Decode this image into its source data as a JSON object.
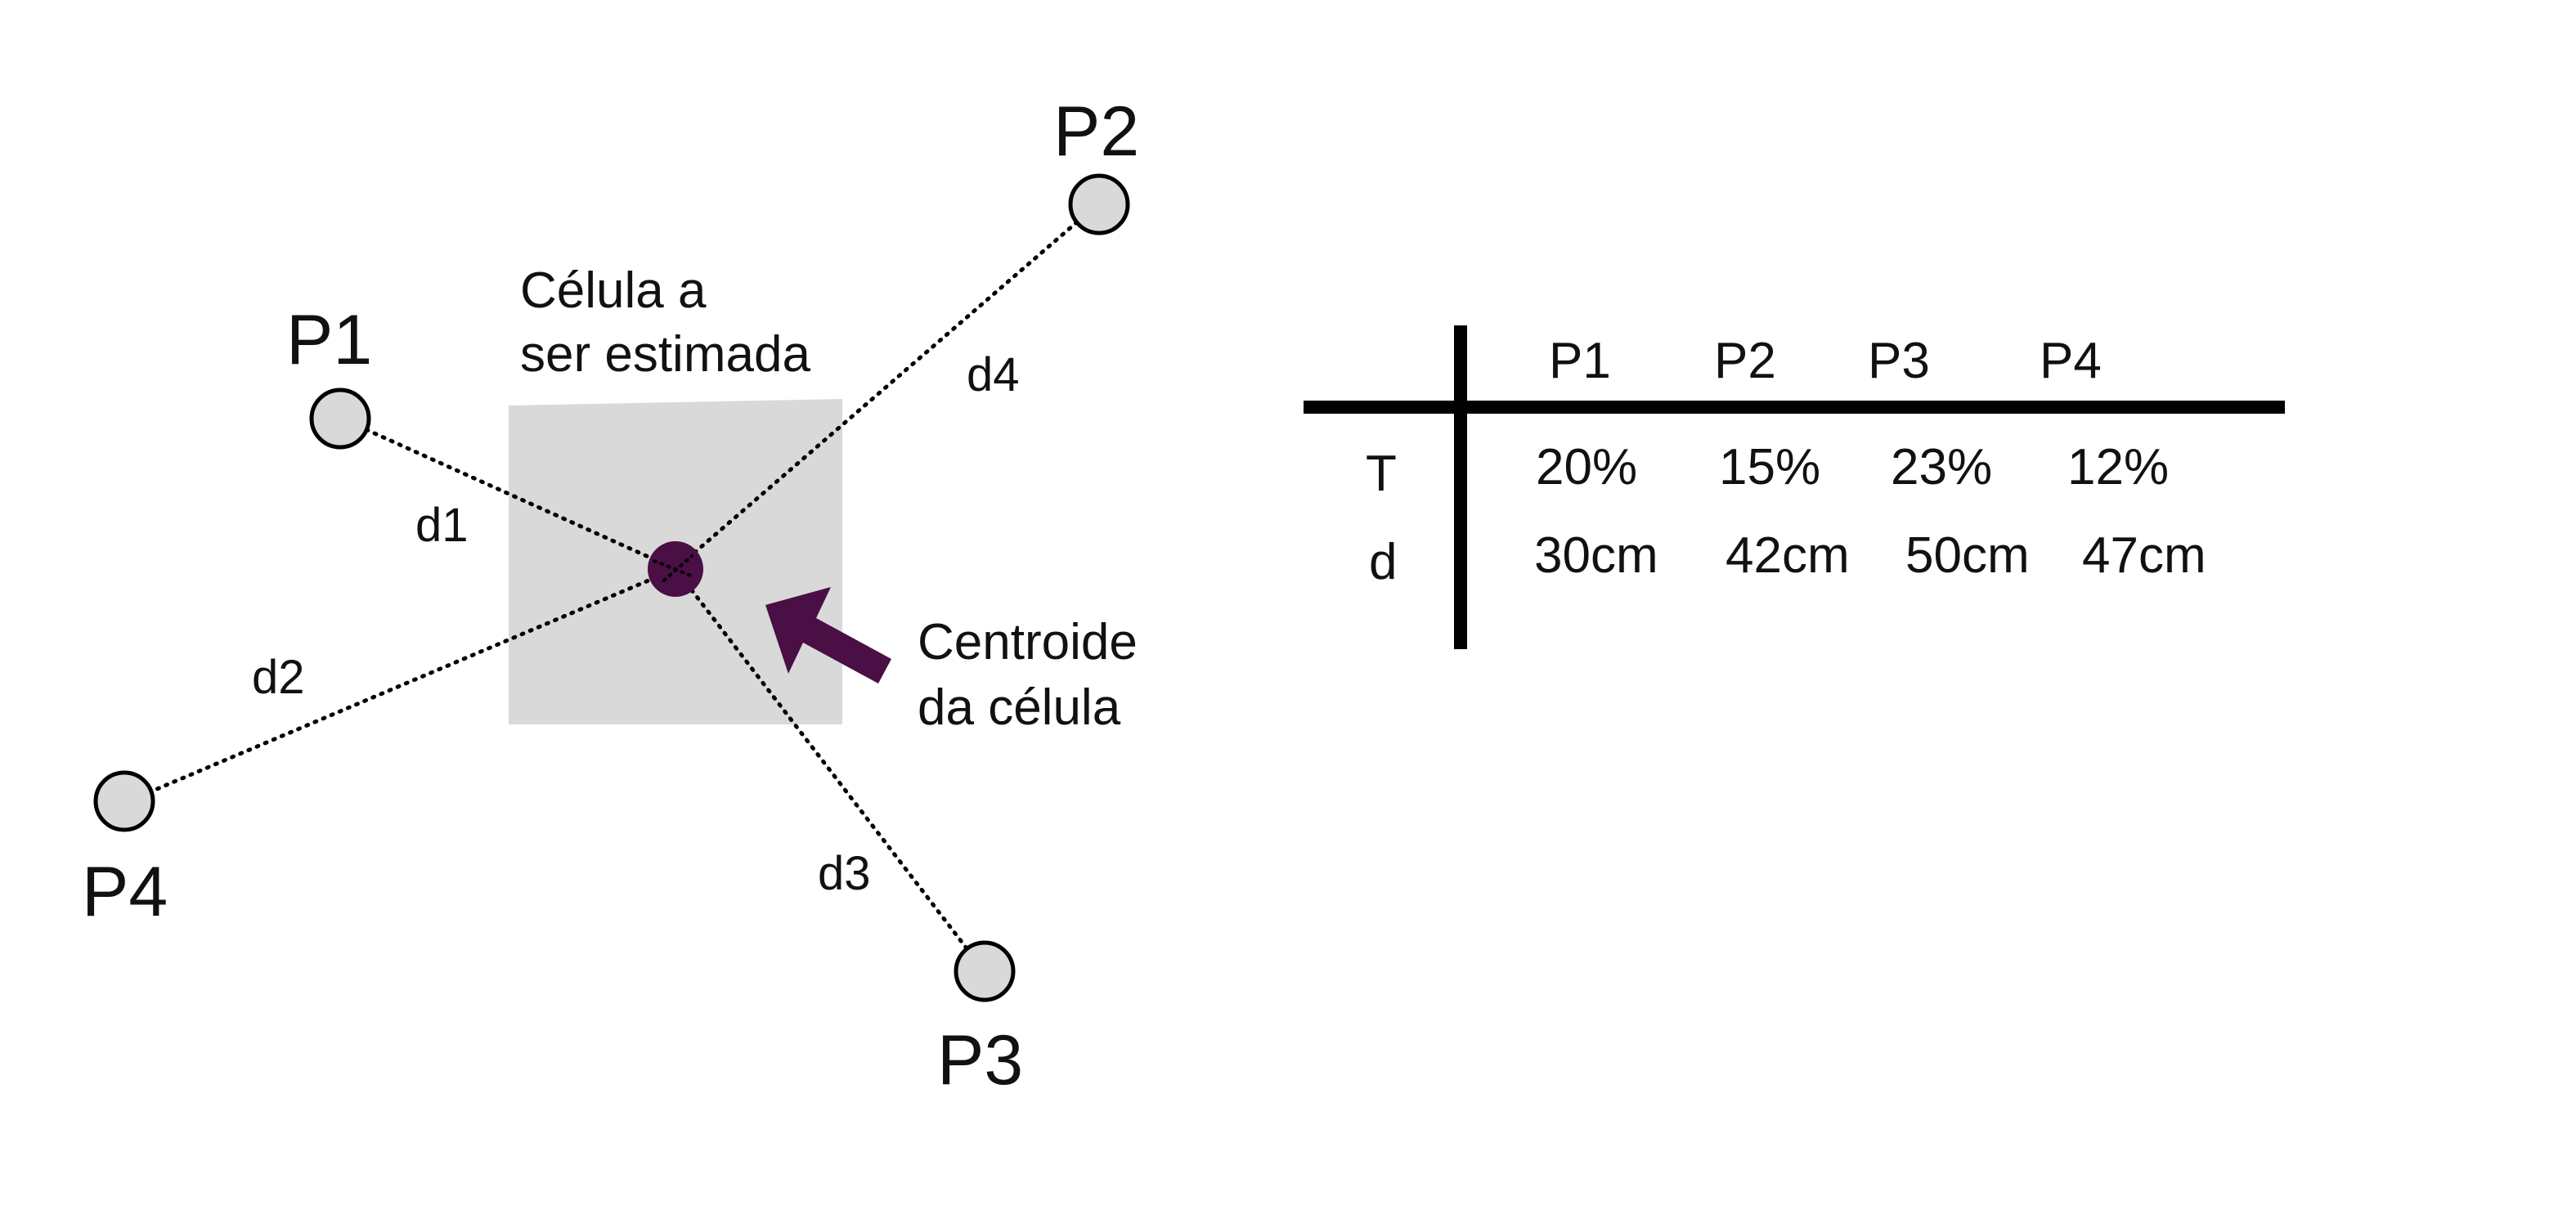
{
  "diagram": {
    "cell_label": [
      "Célula a",
      "ser estimada"
    ],
    "centroid_label": [
      "Centroide",
      "da célula"
    ],
    "points": [
      {
        "label": "P1",
        "distance_label": "d1"
      },
      {
        "label": "P2",
        "distance_label": "d4"
      },
      {
        "label": "P3",
        "distance_label": "d3"
      },
      {
        "label": "P4",
        "distance_label": "d2"
      }
    ],
    "colors": {
      "cell_fill": "#d9d9d9",
      "centroid": "#4a0f45",
      "point_fill": "#d9d9d9",
      "line": "#000000"
    }
  },
  "table": {
    "columns": [
      "P1",
      "P2",
      "P3",
      "P4"
    ],
    "rows": [
      {
        "label": "T",
        "values": [
          "20%",
          "15%",
          "23%",
          "12%"
        ]
      },
      {
        "label": "d",
        "values": [
          "30cm",
          "42cm",
          "50cm",
          "47cm"
        ]
      }
    ]
  }
}
